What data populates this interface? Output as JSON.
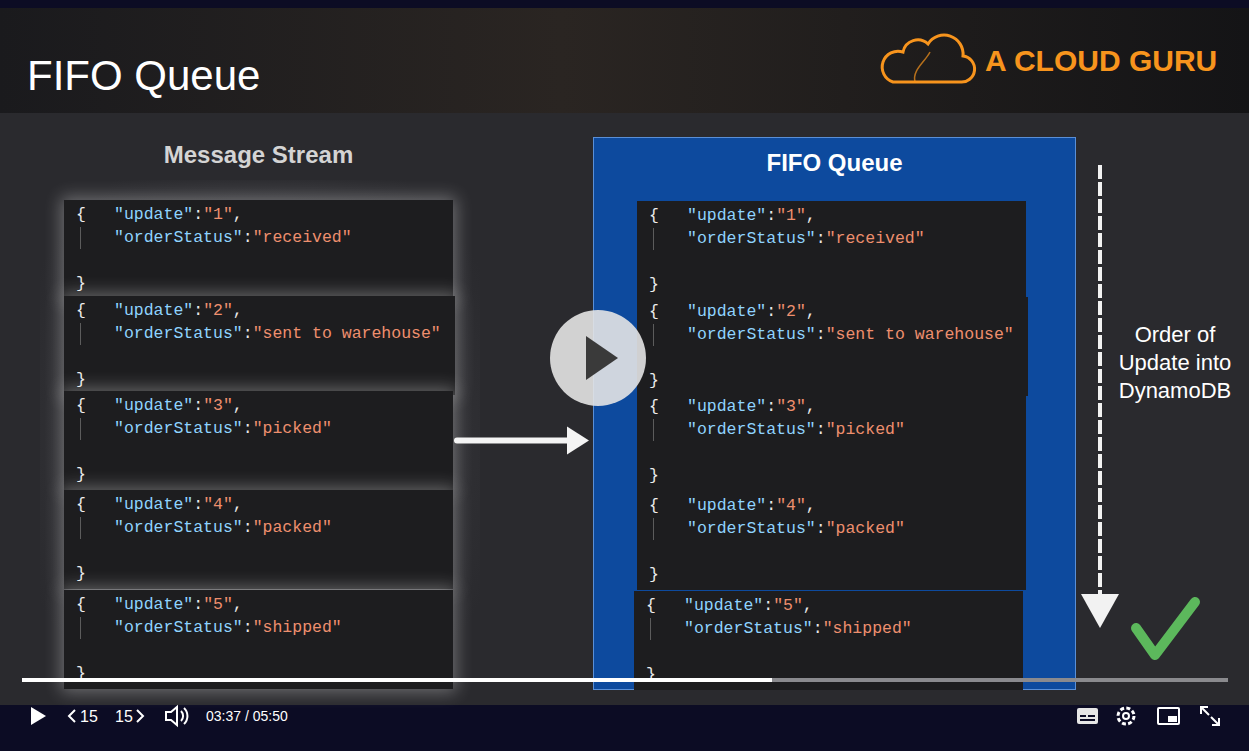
{
  "diagram": {
    "title": "FIFO Queue",
    "nodes": [
      {
        "text": [
          "{",
          "\"update\":\"1\",",
          "\"orderStatus\":\"received\"",
          "}"
        ]
      },
      {
        "text": [
          "{",
          "\"update\":\"2\",",
          "\"orderStatus\":\"sent to warehouse\"",
          "}"
        ]
      },
      {
        "text": [
          "{",
          "\"update\":\"3\",",
          "\"orderStatus\":\"picked\"",
          "}"
        ]
      },
      {
        "text": [
          "{",
          "\"update\":\"4\",",
          "\"orderStatus\":\"packed\"",
          "}"
        ]
      },
      {
        "text": [
          "{",
          "\"update\":\"5\",",
          "\"orderStatus\":\"shipped\"",
          "}"
        ]
      },
      {
        "text": [
          "FIFO Queue"
        ]
      },
      {
        "text": [
          "{",
          "\"update\":\"1\",",
          "\"orderStatus\":\"received\"",
          "}"
        ],
        "in": 5
      },
      {
        "text": [
          "{",
          "\"update\":\"2\",",
          "\"orderStatus\":\"sent to warehouse\"",
          "}"
        ],
        "in": 5
      },
      {
        "text": [
          "{",
          "\"update\":\"3\",",
          "\"orderStatus\":\"picked\"",
          "}"
        ],
        "in": 5
      },
      {
        "text": [
          "{",
          "\"update\":\"4\",",
          "\"orderStatus\":\"packed\"",
          "}"
        ],
        "in": 5
      },
      {
        "text": [
          "{",
          "\"update\":\"5\",",
          "\"orderStatus\":\"shipped\"",
          "}"
        ],
        "in": 5
      }
    ],
    "edges": [
      {
        "from": 2,
        "to": 5,
        "arrow": "to"
      }
    ],
    "labels": [
      "A CLOUD GURU",
      "Message Stream",
      "Order of Update into DynamoDB",
      "15",
      "15",
      "03:37 / 05:50"
    ]
  }
}
